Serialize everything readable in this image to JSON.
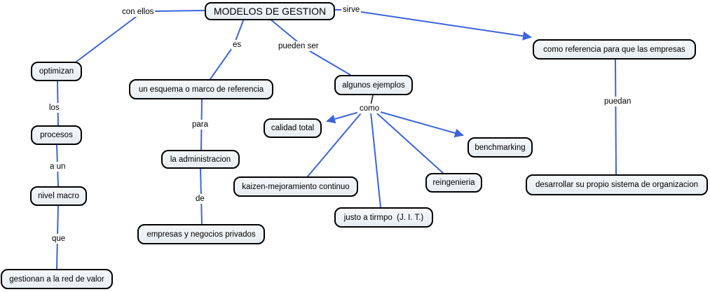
{
  "title": "MODELOS DE GESTION",
  "colors": {
    "link": "#3d64d8",
    "link_dark": "#1a1a1a",
    "node_fill": "#e7edf2",
    "node_border": "#000000",
    "canvas": "#ffffff",
    "text": "#000000"
  },
  "nodes": {
    "root": "MODELOS DE GESTION",
    "optimizan": "optimizan",
    "procesos": "procesos",
    "nivel_macro": "nivel macro",
    "gestionan": "gestionan a la red de valor",
    "esquema": "un esquema o marco de referencia",
    "administracion": "la administracion",
    "empresas": "empresas y negocios privados",
    "ejemplos": "algunos ejemplos",
    "calidad": "calidad total",
    "kaizen": "kaizen-mejoramiento continuo",
    "justo": "justo a tirmpo  (J. I. T.)",
    "reingenieria": "reingenieria",
    "benchmarking": "benchmarking",
    "referencia": "como referencia para que las empresas",
    "desarrollar": "desarrollar su propio sistema de organizacion"
  },
  "link_labels": {
    "con_ellos": "con ellos",
    "sirve": "sirve",
    "es": "es",
    "pueden_ser": "pueden ser",
    "los": "los",
    "a_un": "a un",
    "que": "que",
    "para": "para",
    "de": "de",
    "como": "como",
    "puedan": "puedan"
  }
}
